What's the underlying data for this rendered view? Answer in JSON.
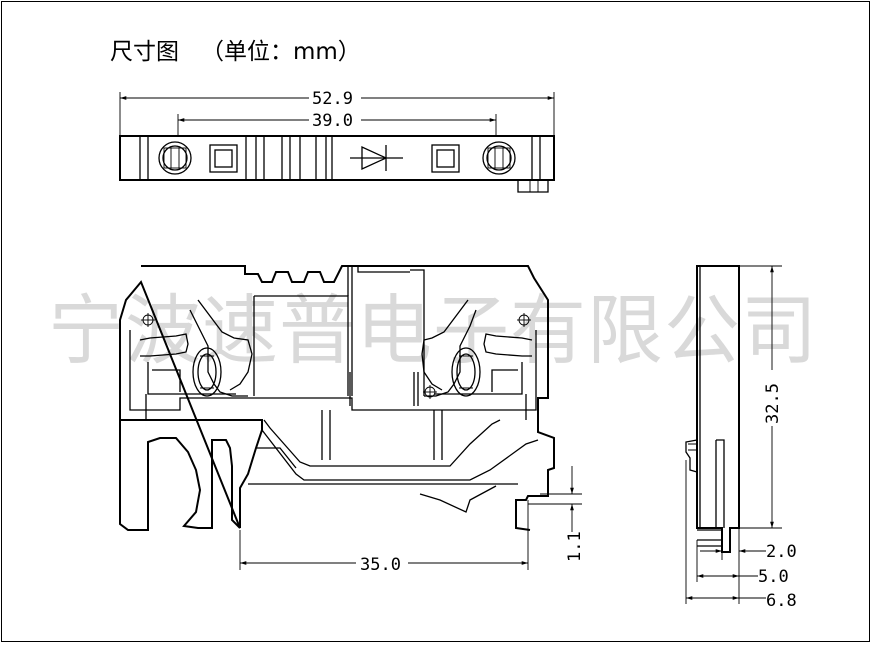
{
  "title": {
    "text": "尺寸图",
    "unit": "（单位：mm）"
  },
  "watermark": "宁波速普电子有限公司",
  "dimensions": {
    "top_overall": "52.9",
    "top_pitch": "39.0",
    "front_rail": "35.0",
    "front_foot": "1.1",
    "side_height": "32.5",
    "side_a": "2.0",
    "side_b": "5.0",
    "side_c": "6.8"
  },
  "colors": {
    "line": "#000000",
    "watermark": "#d9d9d9",
    "background": "#ffffff"
  }
}
